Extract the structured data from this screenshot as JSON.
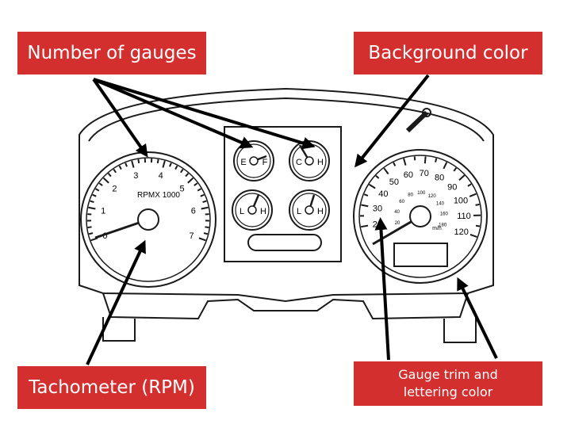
{
  "callouts": {
    "number_of_gauges": "Number of gauges",
    "background_color": "Background color",
    "tachometer": "Tachometer (RPM)",
    "gauge_trim_line1": "Gauge trim and",
    "gauge_trim_line2": "lettering color"
  },
  "tachometer": {
    "numbers": [
      "0",
      "1",
      "2",
      "3",
      "4",
      "5",
      "6",
      "7"
    ],
    "caption": "RPMX 1000"
  },
  "fuel_gauge": {
    "left": "E",
    "right": "F"
  },
  "temp_gauge": {
    "left": "C",
    "right": "H"
  },
  "oil_gauge": {
    "left": "L",
    "right": "H"
  },
  "volt_gauge": {
    "left": "L",
    "right": "H"
  },
  "speedometer": {
    "outer_numbers": [
      "20",
      "30",
      "40",
      "50",
      "60",
      "70",
      "80",
      "90",
      "100",
      "110",
      "120"
    ],
    "inner_numbers": [
      "20",
      "40",
      "60",
      "80",
      "100",
      "120",
      "140",
      "160",
      "180"
    ],
    "unit": "m/h"
  },
  "colors": {
    "callout": "#d32f2f",
    "line": "#1a1a1a",
    "background": "#ffffff"
  }
}
